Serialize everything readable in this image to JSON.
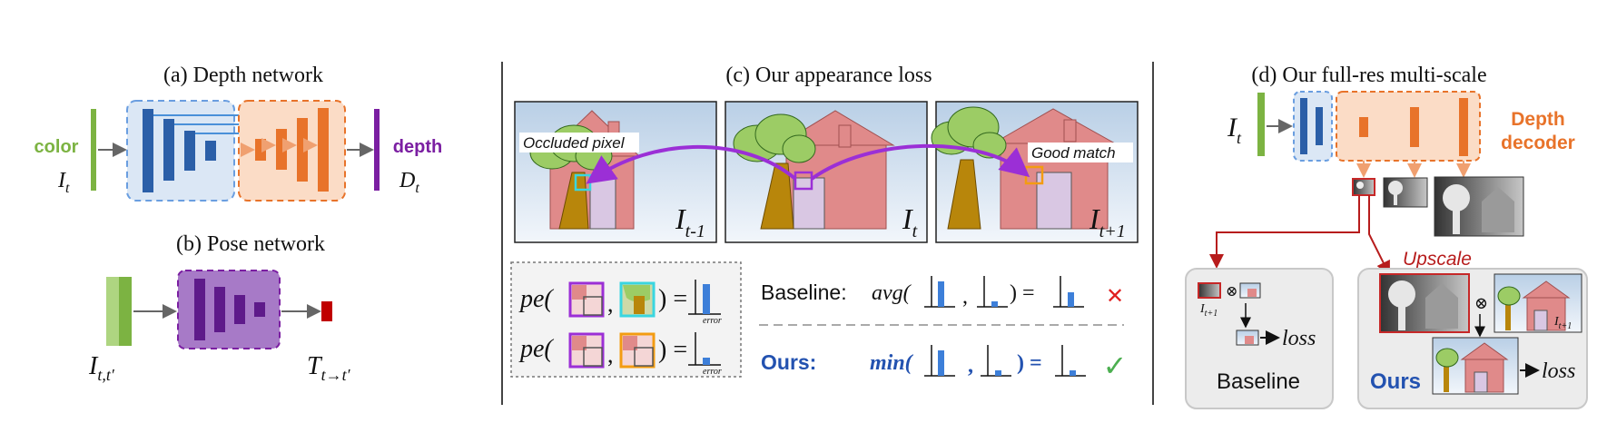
{
  "panel_a": {
    "title": "(a) Depth network",
    "input_label": "color",
    "input_symbol": "I",
    "input_sub": "t",
    "output_label": "depth",
    "output_symbol": "D",
    "output_sub": "t"
  },
  "panel_b": {
    "title": "(b) Pose network",
    "input_symbol": "I",
    "input_sub": "t,t′",
    "output_symbol": "T",
    "output_sub": "t→t′"
  },
  "panel_c": {
    "title": "(c) Our appearance loss",
    "frames": [
      {
        "symbol": "I",
        "sub": "t-1"
      },
      {
        "symbol": "I",
        "sub": "t"
      },
      {
        "symbol": "I",
        "sub": "t+1"
      }
    ],
    "occluded_label": "Occluded pixel",
    "good_label": "Good match",
    "pe_label": "pe(",
    "error_label": "error",
    "baseline_label": "Baseline:",
    "baseline_fn": "avg(",
    "ours_label": "Ours:",
    "ours_fn": "min(",
    "cross_mark": "✕",
    "check_mark": "✓"
  },
  "panel_d": {
    "title": "(d) Our full-res multi-scale",
    "input_symbol": "I",
    "input_sub": "t",
    "decoder_label_1": "Depth",
    "decoder_label_2": "decoder",
    "upscale_label": "Upscale",
    "baseline_title": "Baseline",
    "ours_title": "Ours",
    "loss_label": "loss",
    "small_symbol": "I",
    "small_sub": "t+1",
    "otimes": "⊗"
  },
  "colors": {
    "green": "#7cb342",
    "purple": "#7b1fa2",
    "blue": "#2b5fa8",
    "orange": "#e8732a",
    "red": "#c0392b",
    "magenta": "#9b2fd6",
    "cyan": "#3ad6e0"
  }
}
